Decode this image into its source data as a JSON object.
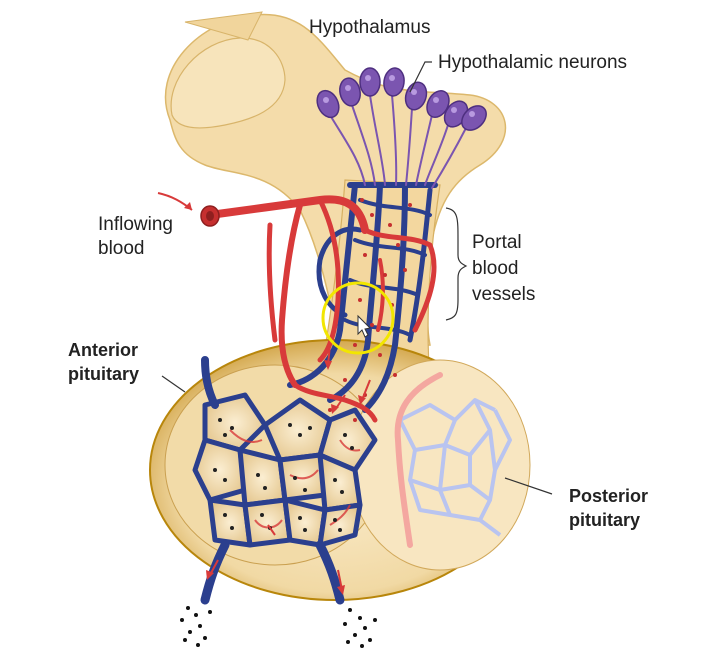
{
  "labels": {
    "hypothalamus": "Hypothalamus",
    "hypothalamic_neurons": "Hypothalamic neurons",
    "inflowing_line1": "Inflowing",
    "inflowing_line2": "blood",
    "portal_line1": "Portal",
    "portal_line2": "blood",
    "portal_line3": "vessels",
    "anterior_line1": "Anterior",
    "anterior_line2": "pituitary",
    "posterior_line1": "Posterior",
    "posterior_line2": "pituitary"
  },
  "colors": {
    "tissue": "#f4dcaa",
    "tissue_edge": "#d9b46a",
    "gland_rim": "#b8860b",
    "artery": "#d83a3a",
    "vein": "#2b3f8e",
    "neuron": "#7b55b0",
    "posterior_vessels": "#b9c4f0",
    "highlight_circle": "#f2e600"
  }
}
